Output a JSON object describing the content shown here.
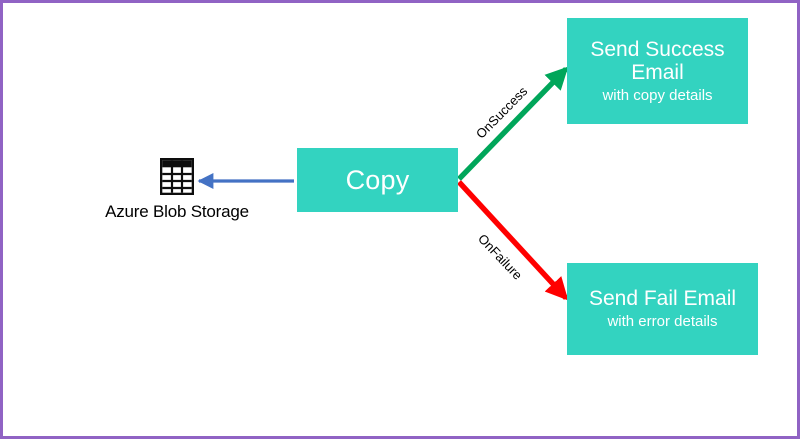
{
  "diagram": {
    "border_color": "#9063c4",
    "background": "#ffffff",
    "node_fill": "#33d3c0",
    "node_text_color": "#ffffff",
    "nodes": {
      "dataset": {
        "icon": "table-grid-icon",
        "label": "Azure Blob Storage"
      },
      "copy": {
        "title": "Copy"
      },
      "success": {
        "title_line1": "Send Success",
        "title_line2": "Email",
        "subtitle": "with copy details"
      },
      "fail": {
        "title": "Send Fail Email",
        "subtitle": "with error details"
      }
    },
    "edges": {
      "sink": {
        "label": "",
        "color": "#4472c4",
        "direction": "copy-to-dataset"
      },
      "on_success": {
        "label": "OnSuccess",
        "color": "#00a65a",
        "direction": "copy-to-success-email"
      },
      "on_failure": {
        "label": "OnFailure",
        "color": "#ff0000",
        "direction": "copy-to-fail-email"
      }
    }
  }
}
